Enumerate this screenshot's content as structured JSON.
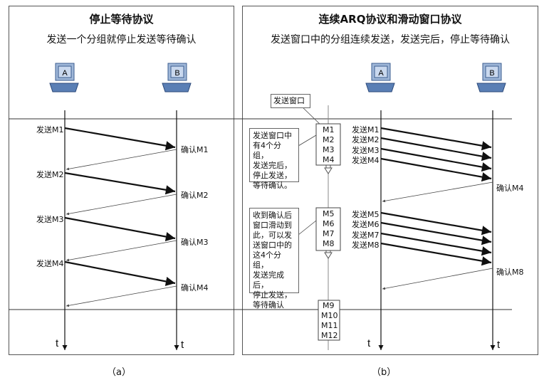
{
  "left": {
    "title": "停止等待协议",
    "subtitle": "发送一个分组就停止发送等待确认",
    "nodeA": "A",
    "nodeB": "B",
    "sends": [
      "发送M1",
      "发送M2",
      "发送M3",
      "发送M4"
    ],
    "acks": [
      "确认M1",
      "确认M2",
      "确认M3",
      "确认M4"
    ],
    "t_a": "t",
    "t_b": "t",
    "caption": "（a）"
  },
  "right": {
    "title": "连续ARQ协议和滑动窗口协议",
    "subtitle": "发送窗口中的分组连续发送，发送完后，停止等待确认",
    "nodeA": "A",
    "nodeB": "B",
    "window_label": "发送窗口",
    "note1": [
      "发送窗口中",
      "有4个分组，",
      "发送完后，",
      "停止发送，",
      "等待确认。"
    ],
    "note2": [
      "收到确认后",
      "窗口滑动到",
      "此，可以发",
      "送窗口中的",
      "这4个分组，",
      "发送完成后，",
      "停止发送，",
      "等待确认"
    ],
    "window1": [
      "M1",
      "M2",
      "M3",
      "M4"
    ],
    "window2": [
      "M5",
      "M6",
      "M7",
      "M8"
    ],
    "window3": [
      "M9",
      "M10",
      "M11",
      "M12"
    ],
    "sends1": [
      "发送M1",
      "发送M2",
      "发送M3",
      "发送M4"
    ],
    "sends2": [
      "发送M5",
      "发送M6",
      "发送M7",
      "发送M8"
    ],
    "ack1": "确认M4",
    "ack2": "确认M8",
    "t_a": "t",
    "t_b": "t",
    "caption": "（b）"
  }
}
